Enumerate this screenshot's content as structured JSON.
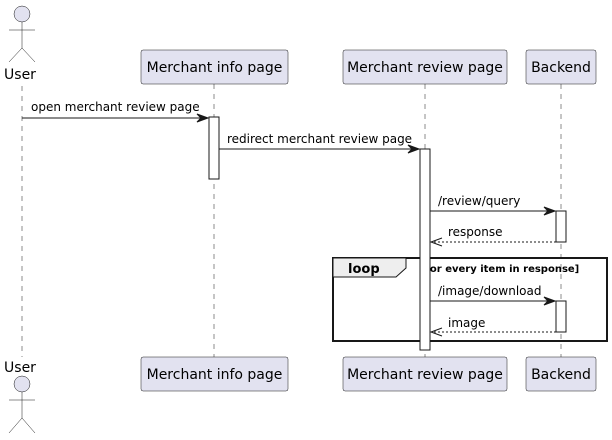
{
  "participants": {
    "user": "User",
    "info": "Merchant info page",
    "review": "Merchant review page",
    "backend": "Backend"
  },
  "messages": [
    {
      "text": "open merchant review page",
      "style": "solid"
    },
    {
      "text": "redirect merchant review page",
      "style": "solid"
    },
    {
      "text": "/review/query",
      "style": "solid"
    },
    {
      "text": "response",
      "style": "dashed"
    },
    {
      "text": "/image/download",
      "style": "solid"
    },
    {
      "text": "image",
      "style": "dashed"
    }
  ],
  "loop": {
    "label": "loop",
    "condition": "[for every item in response]"
  },
  "colors": {
    "participant_fill": "#E2E2F0",
    "line": "#181818",
    "background": "#FFFFFF"
  }
}
